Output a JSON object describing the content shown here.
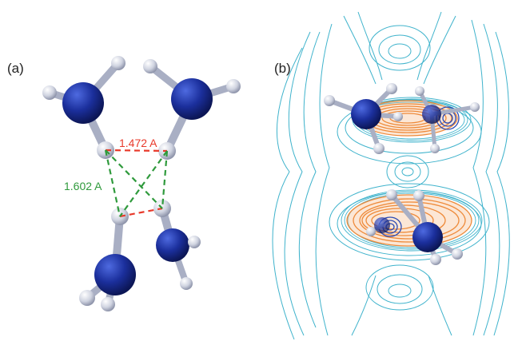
{
  "panels": {
    "a": {
      "label": "(a)"
    },
    "b": {
      "label": "(b)"
    }
  },
  "distances": {
    "short": {
      "text": "1.472 A",
      "color": "#e8392a"
    },
    "long": {
      "text": "1.602 A",
      "color": "#2f9a3c"
    }
  },
  "colors": {
    "nitrogen": "#1b2f9c",
    "hydrogen": "#cfd3e0",
    "bond": "#a9afc4",
    "contour_cyan": "#3fb3cc",
    "contour_orange": "#ee8a3a",
    "contour_blue": "#2b4bb5"
  }
}
